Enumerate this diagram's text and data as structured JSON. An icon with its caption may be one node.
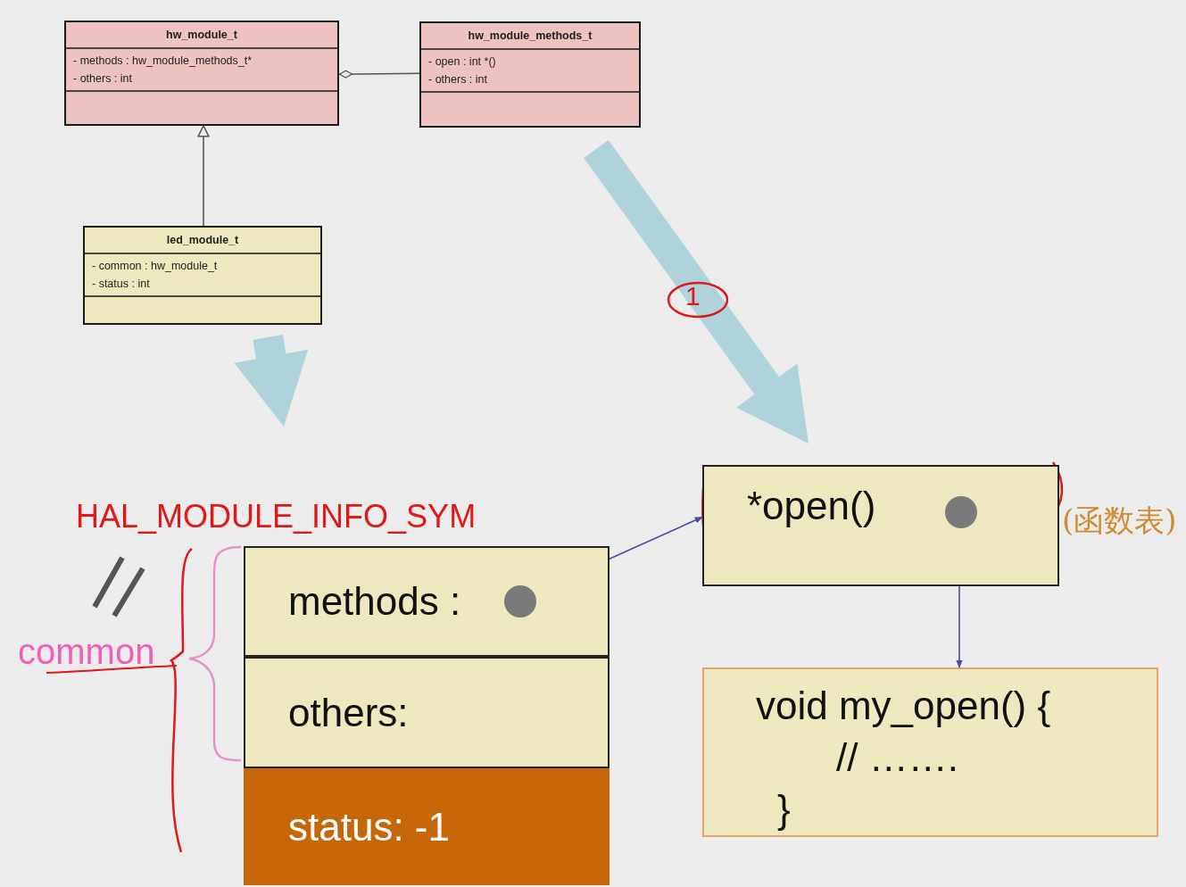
{
  "diagram": {
    "nodes": [
      {
        "text": [
          "hw_module_t",
          "- methods : hw_module_methods_t*",
          "- others : int"
        ]
      },
      {
        "text": [
          "hw_module_methods_t",
          "- open : int *()",
          "- others : int"
        ]
      },
      {
        "text": [
          "led_module_t",
          "- common : hw_module_t",
          "- status : int"
        ]
      },
      {
        "text": [
          "methods :"
        ]
      },
      {
        "text": [
          "others:"
        ]
      },
      {
        "text": [
          "status: -1"
        ]
      },
      {
        "text": [
          "*open()"
        ],
        "beside": [
          "(函数表)"
        ]
      },
      {
        "text": [
          "void my_open() {",
          "// …….",
          "}"
        ]
      }
    ],
    "edges": [
      {
        "from": 1,
        "to": 0,
        "arrow": "other"
      },
      {
        "from": 2,
        "to": 0,
        "arrow": "to"
      },
      {
        "from": 2,
        "to": null,
        "arrow": "to",
        "style": "thick",
        "color": "#a8d0d8"
      },
      {
        "from": 1,
        "to": 6,
        "arrow": "to",
        "style": "thick",
        "color": "#a8d0d8"
      },
      {
        "from": 3,
        "to": 6,
        "arrow": "to",
        "color": "#4a4aa0"
      },
      {
        "from": 6,
        "to": 7,
        "arrow": "to",
        "color": "#4a4aa0"
      }
    ],
    "labels": [
      "1",
      "HAL_MODULE_INFO_SYM",
      "common"
    ]
  }
}
